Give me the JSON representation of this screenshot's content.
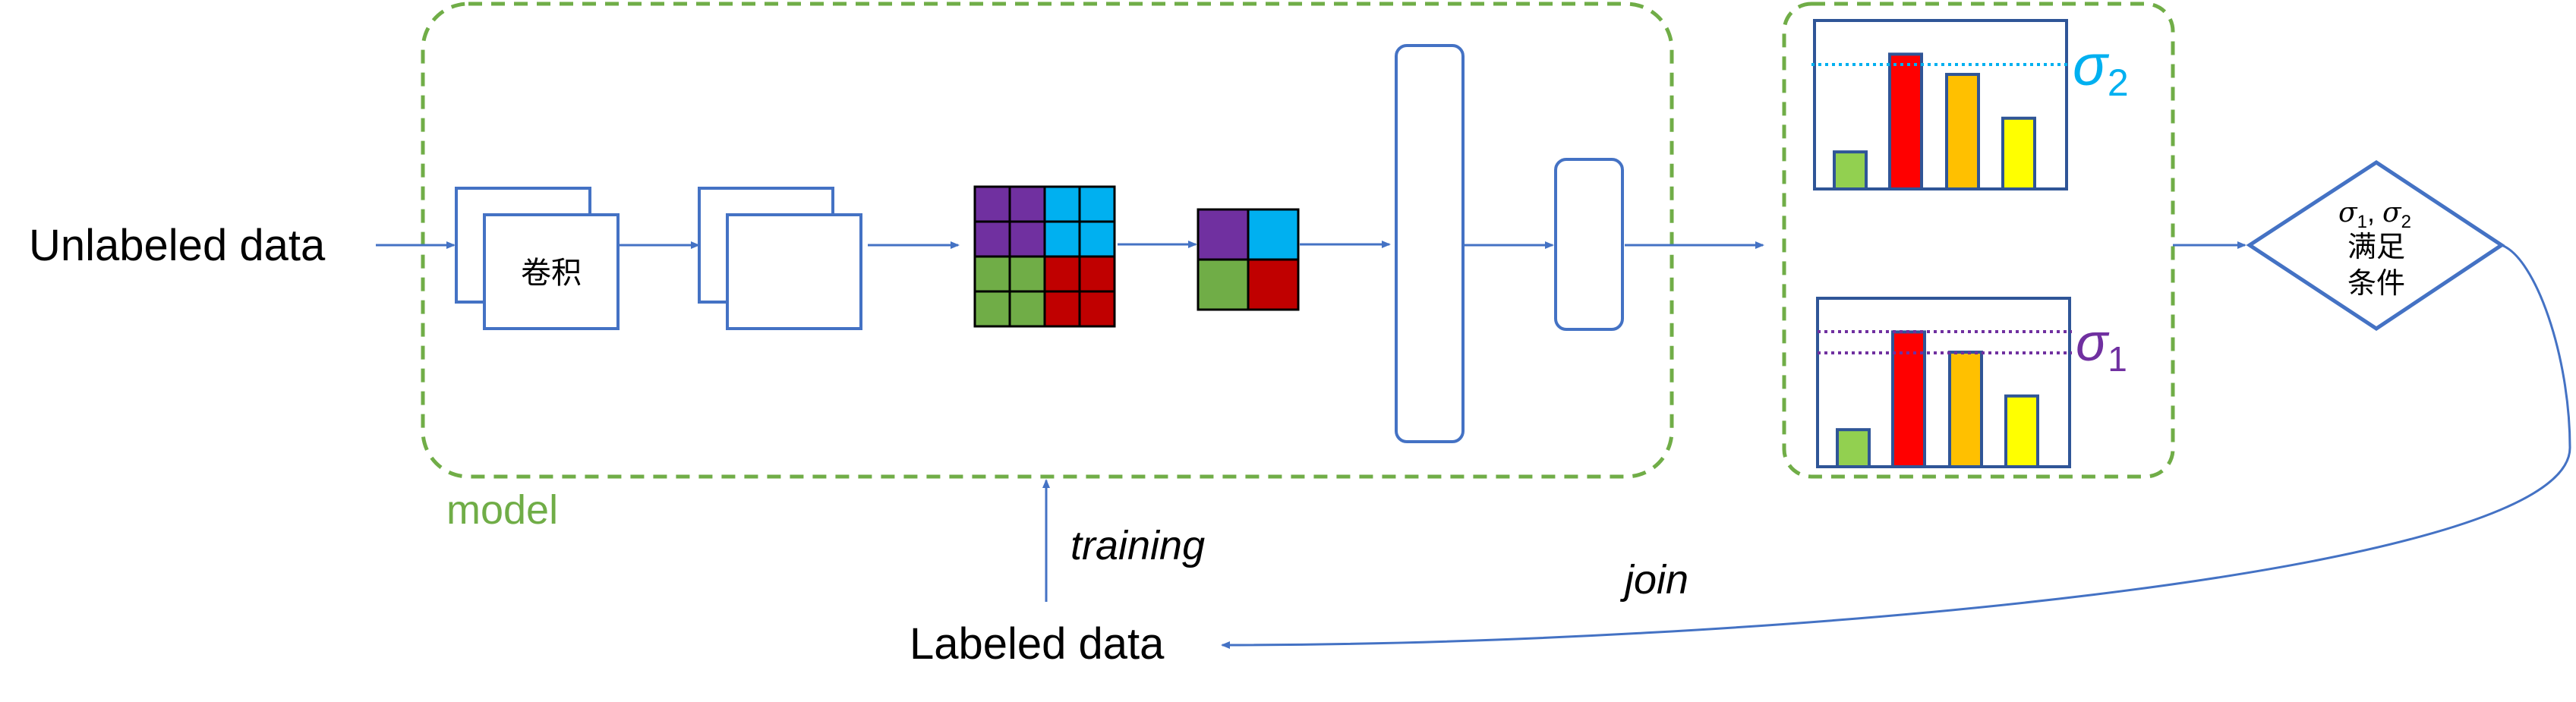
{
  "colors": {
    "flow": "#4472c4",
    "model_border": "#70ad47",
    "purple": "#7030a0",
    "cyan": "#00b0f0",
    "green": "#70ad47",
    "red": "#c00000",
    "bar_green": "#92d050",
    "bar_red": "#ff0000",
    "bar_orange": "#ffc000",
    "bar_yellow": "#ffff00"
  },
  "labels": {
    "unlabeled": "Unlabeled data",
    "labeled": "Labeled data",
    "model": "model",
    "training": "training",
    "join": "join",
    "conv": "卷积"
  },
  "thresholds": {
    "sigma2": {
      "symbol": "σ",
      "sub": "2"
    },
    "sigma1": {
      "symbol": "σ",
      "sub": "1"
    }
  },
  "decision": {
    "line1_sym1": "σ",
    "line1_sub1": "1",
    "line1_sep": ", ",
    "line1_sym2": "σ",
    "line1_sub2": "2",
    "line2": "满足",
    "line3": "条件"
  },
  "charts": {
    "top_bars": [
      0.22,
      0.8,
      0.68,
      0.42
    ],
    "bottom_bars": [
      0.22,
      0.8,
      0.68,
      0.42
    ]
  },
  "feature_map_big": [
    [
      "purple",
      "purple",
      "cyan",
      "cyan"
    ],
    [
      "purple",
      "purple",
      "cyan",
      "cyan"
    ],
    [
      "green",
      "green",
      "red",
      "red"
    ],
    [
      "green",
      "green",
      "red",
      "red"
    ]
  ],
  "feature_map_small": [
    [
      "purple",
      "cyan"
    ],
    [
      "green",
      "red"
    ]
  ],
  "icons": [
    "arrow-right-icon",
    "arrow-up-icon",
    "arrow-left-icon"
  ]
}
